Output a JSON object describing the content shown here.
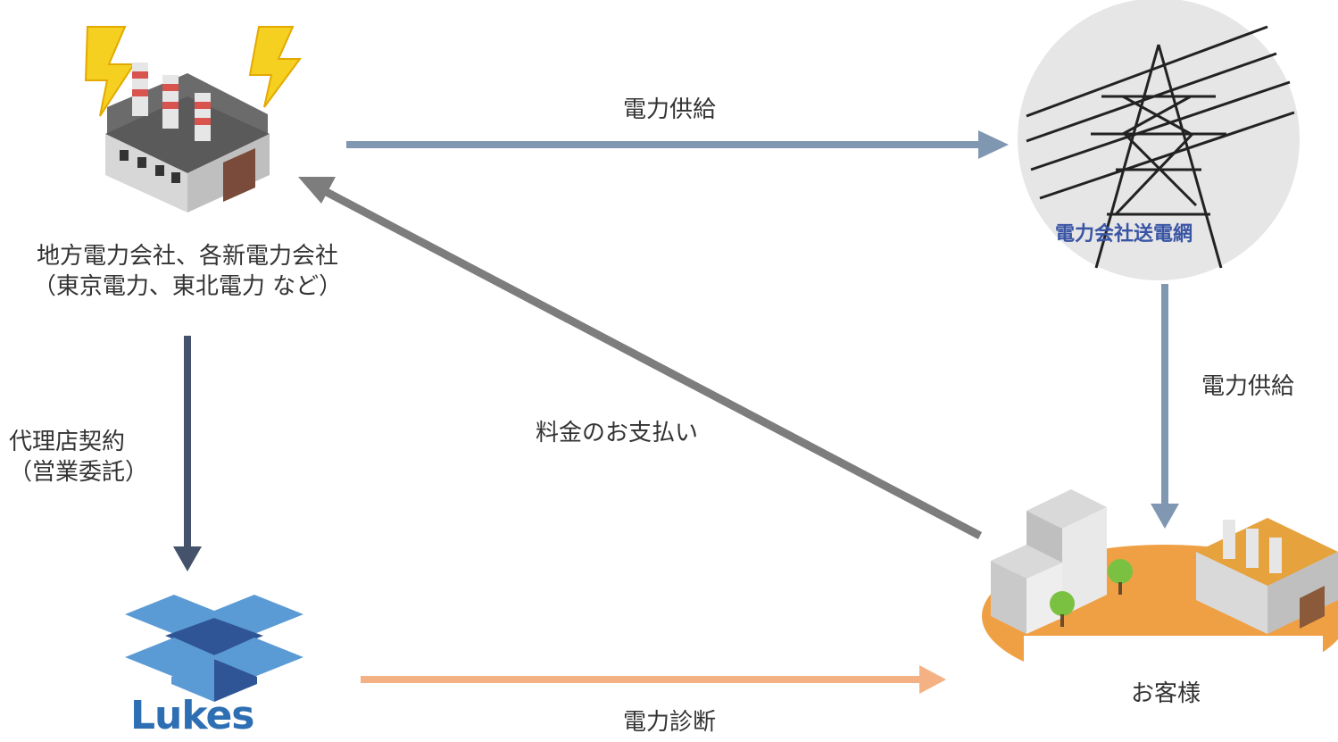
{
  "power_company": {
    "name_line1": "地方電力会社、各新電力会社",
    "name_line2": "（東京電力、東北電力 など）",
    "icon": "power-plant-icon"
  },
  "grid": {
    "caption": "電力会社送電網",
    "icon": "transmission-tower-icon"
  },
  "lukes": {
    "logo_text": "Lukes",
    "icon": "lukes-logo-icon"
  },
  "customer": {
    "label": "お客様",
    "icon": "customer-buildings-icon"
  },
  "arrows": {
    "supply_top": "電力供給",
    "supply_right": "電力供給",
    "payment": "料金のお支払い",
    "contract_line1": "代理店契約",
    "contract_line2": "（営業委託）",
    "diagnosis": "電力診断"
  },
  "colors": {
    "supply_arrow": "#8097b2",
    "payment_arrow": "#7d7d7d",
    "contract_arrow": "#44536b",
    "diagnosis_arrow": "#f4b183",
    "logo_blue": "#2e6fb3"
  }
}
